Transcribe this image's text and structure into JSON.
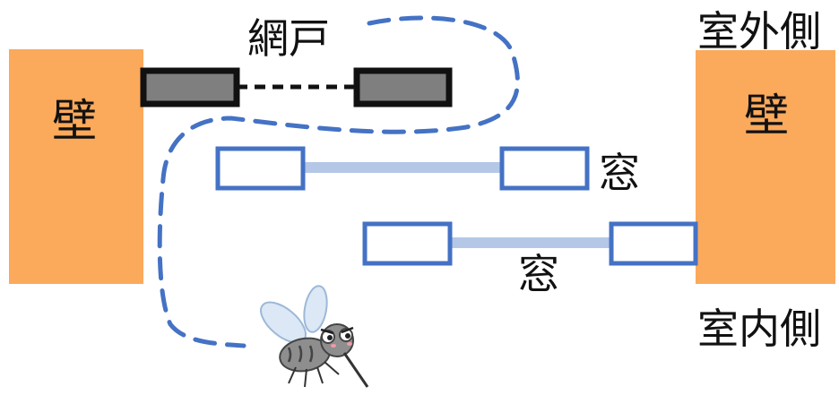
{
  "labels": {
    "wall_left": "壁",
    "wall_right": "壁",
    "screen_door": "網戸",
    "window_outer": "窓",
    "window_inner": "窓",
    "outdoor_side": "室外側",
    "indoor_side": "室内側"
  },
  "colors": {
    "wall": "#FBA95B",
    "screen_frame": "#111111",
    "screen_fill": "#7F7F7F",
    "window_frame": "#4472C4",
    "window_glass": "#B4C7E7",
    "path_dash": "#4472C4"
  },
  "icons": {
    "insect": "mosquito-icon"
  }
}
